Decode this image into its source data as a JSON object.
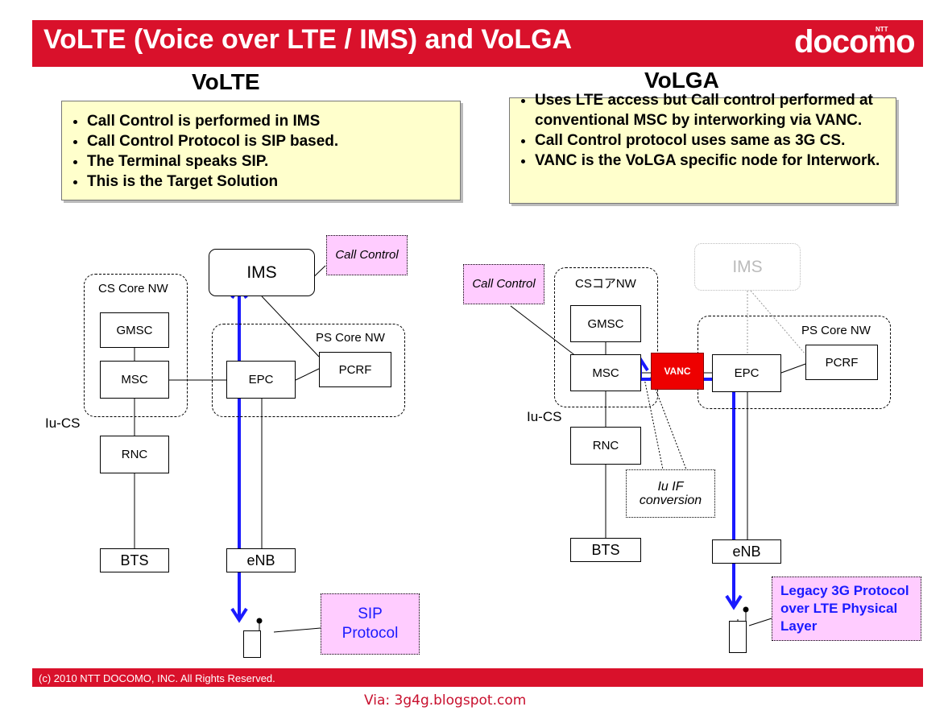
{
  "header": {
    "title": "VoLTE (Voice over LTE / IMS) and VoLGA",
    "logo_small": "NTT",
    "logo": "docomo"
  },
  "volte": {
    "heading": "VoLTE",
    "bullets": [
      "Call Control is performed in IMS",
      "Call Control Protocol is SIP based.",
      "The Terminal speaks SIP.",
      "This is the Target Solution"
    ],
    "ims": "IMS",
    "call_control": "Call Control",
    "cs_core": "CS Core NW",
    "ps_core": "PS Core NW",
    "gmsc": "GMSC",
    "msc": "MSC",
    "epc": "EPC",
    "pcrf": "PCRF",
    "iucs": "Iu-CS",
    "rnc": "RNC",
    "bts": "BTS",
    "enb": "eNB",
    "sip_protocol": "SIP Protocol"
  },
  "volga": {
    "heading": "VoLGA",
    "bullets": [
      " Uses LTE access but Call control performed at conventional MSC by interworking via VANC.",
      "Call Control protocol uses same as 3G CS.",
      "VANC is the VoLGA specific node for Interwork."
    ],
    "ims": "IMS",
    "call_control": "Call Control",
    "cs_core": "CSコアNW",
    "ps_core": "PS Core NW",
    "gmsc": "GMSC",
    "msc": "MSC",
    "vanc": "VANC",
    "epc": "EPC",
    "pcrf": "PCRF",
    "iucs": "Iu-CS",
    "rnc": "RNC",
    "bts": "BTS",
    "enb": "eNB",
    "iu_if_conversion": "Iu IF conversion",
    "legacy": "Legacy 3G Protocol over LTE Physical Layer"
  },
  "footer": {
    "copyright": "(c) 2010 NTT DOCOMO, INC.  All Rights Reserved.",
    "via": "Via: 3g4g.blogspot.com"
  },
  "colors": {
    "brand_red": "#d9112b",
    "callout_pink": "#ffccff",
    "bullet_yellow": "#ffffcc",
    "arrow_blue": "#1a1aff",
    "vanc_red": "#ee0000"
  }
}
